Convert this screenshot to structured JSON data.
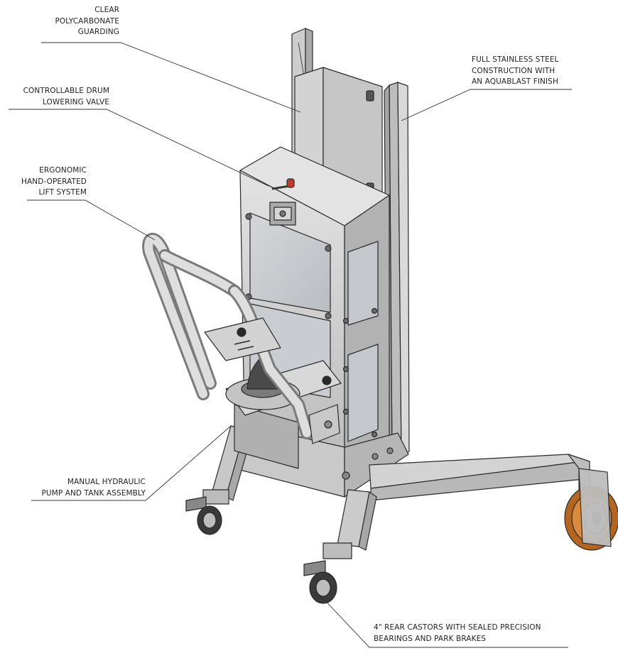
{
  "callouts": {
    "guarding": [
      "CLEAR",
      "POLYCARBONATE",
      "GUARDING"
    ],
    "valve": [
      "CONTROLLABLE DRUM",
      "LOWERING VALVE"
    ],
    "lift": [
      "ERGONOMIC",
      "HAND-OPERATED",
      "LIFT SYSTEM"
    ],
    "steel": [
      "FULL STAINLESS STEEL",
      "CONSTRUCTION WITH",
      "AN AQUABLAST FINISH"
    ],
    "pump": [
      "MANUAL HYDRAULIC",
      "PUMP AND TANK ASSEMBLY"
    ],
    "castors": [
      "4\" REAR CASTORS WITH SEALED PRECISION",
      "BEARINGS AND PARK BRAKES"
    ]
  },
  "colors": {
    "steel_light": "#dcdcdc",
    "steel_mid": "#c4c4c4",
    "steel_dark": "#9a9a9a",
    "glass": "#c8ccd0",
    "outline": "#2a2a2a",
    "wheel_orange": "#b5651d",
    "wheel_orange_light": "#d98a3a",
    "red_knob": "#c0392b"
  }
}
